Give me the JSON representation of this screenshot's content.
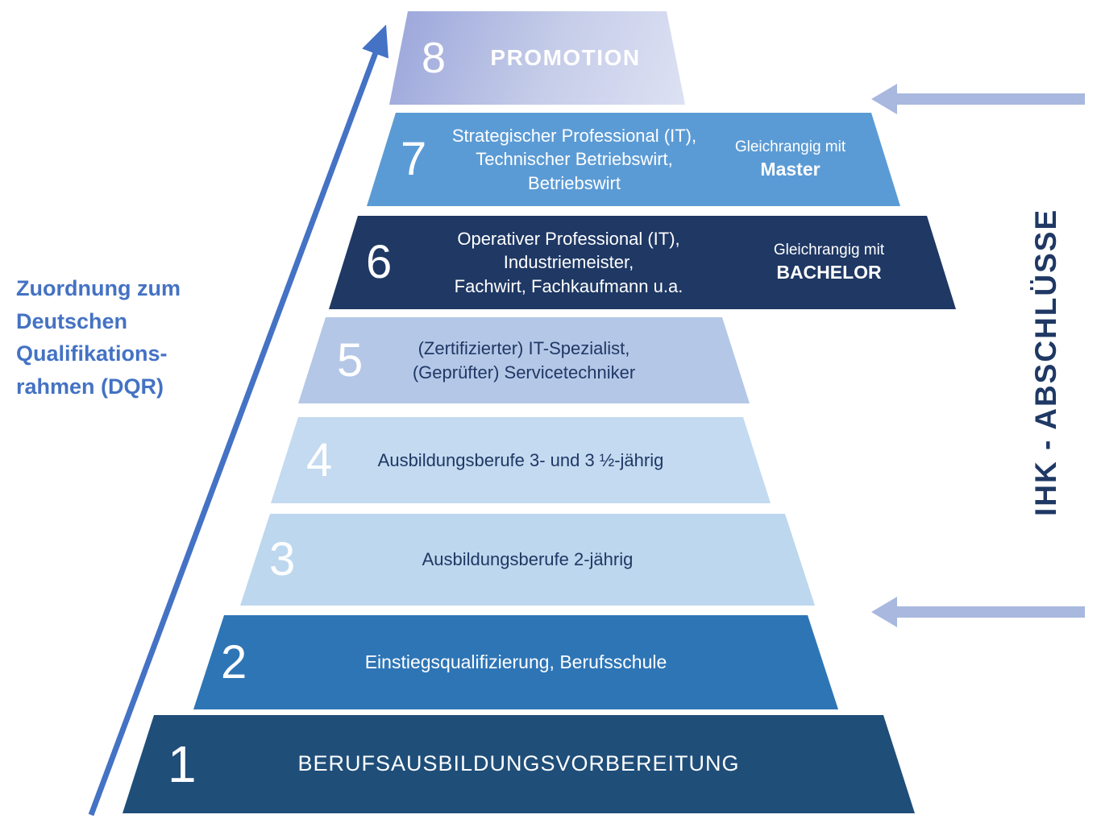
{
  "dqr_label": {
    "line1": "Zuordnung zum",
    "line2": "Deutschen",
    "line3": "Qualifikations-",
    "line4": "rahmen (DQR)"
  },
  "right_label": "IHK - ABSCHLÜSSE",
  "levels": [
    {
      "number": "8",
      "line1": "PROMOTION"
    },
    {
      "number": "7",
      "line1": "Strategischer Professional (IT),",
      "line2": "Technischer Betriebswirt, Betriebswirt",
      "equiv_pre": "Gleichrangig mit",
      "equiv": "Master"
    },
    {
      "number": "6",
      "line1": "Operativer Professional (IT), Industriemeister,",
      "line2": "Fachwirt, Fachkaufmann u.a.",
      "equiv_pre": "Gleichrangig mit",
      "equiv": "BACHELOR"
    },
    {
      "number": "5",
      "line1": "(Zertifizierter) IT-Spezialist,",
      "line2": "(Geprüfter) Servicetechniker"
    },
    {
      "number": "4",
      "line1": "Ausbildungsberufe 3- und 3 ½-jährig"
    },
    {
      "number": "3",
      "line1": "Ausbildungsberufe 2-jährig"
    },
    {
      "number": "2",
      "line1": "Einstiegsqualifizierung, Berufsschule"
    },
    {
      "number": "1",
      "line1": "BERUFSAUSBILDUNGSVORBEREITUNG"
    }
  ],
  "colors": {
    "accent_blue": "#4472C4",
    "navy": "#1F3864",
    "level_8_gradient": [
      "#9aa5da",
      "#dde1f3"
    ],
    "level_7": "#5B9BD5",
    "level_6": "#1F3864",
    "level_5": "#B4C7E7",
    "level_4": "#C3DAF0",
    "level_3": "#BDD7EE",
    "level_2": "#2E75B6",
    "level_1": "#1F4E79",
    "range_arrow": "#A8B8DF"
  }
}
